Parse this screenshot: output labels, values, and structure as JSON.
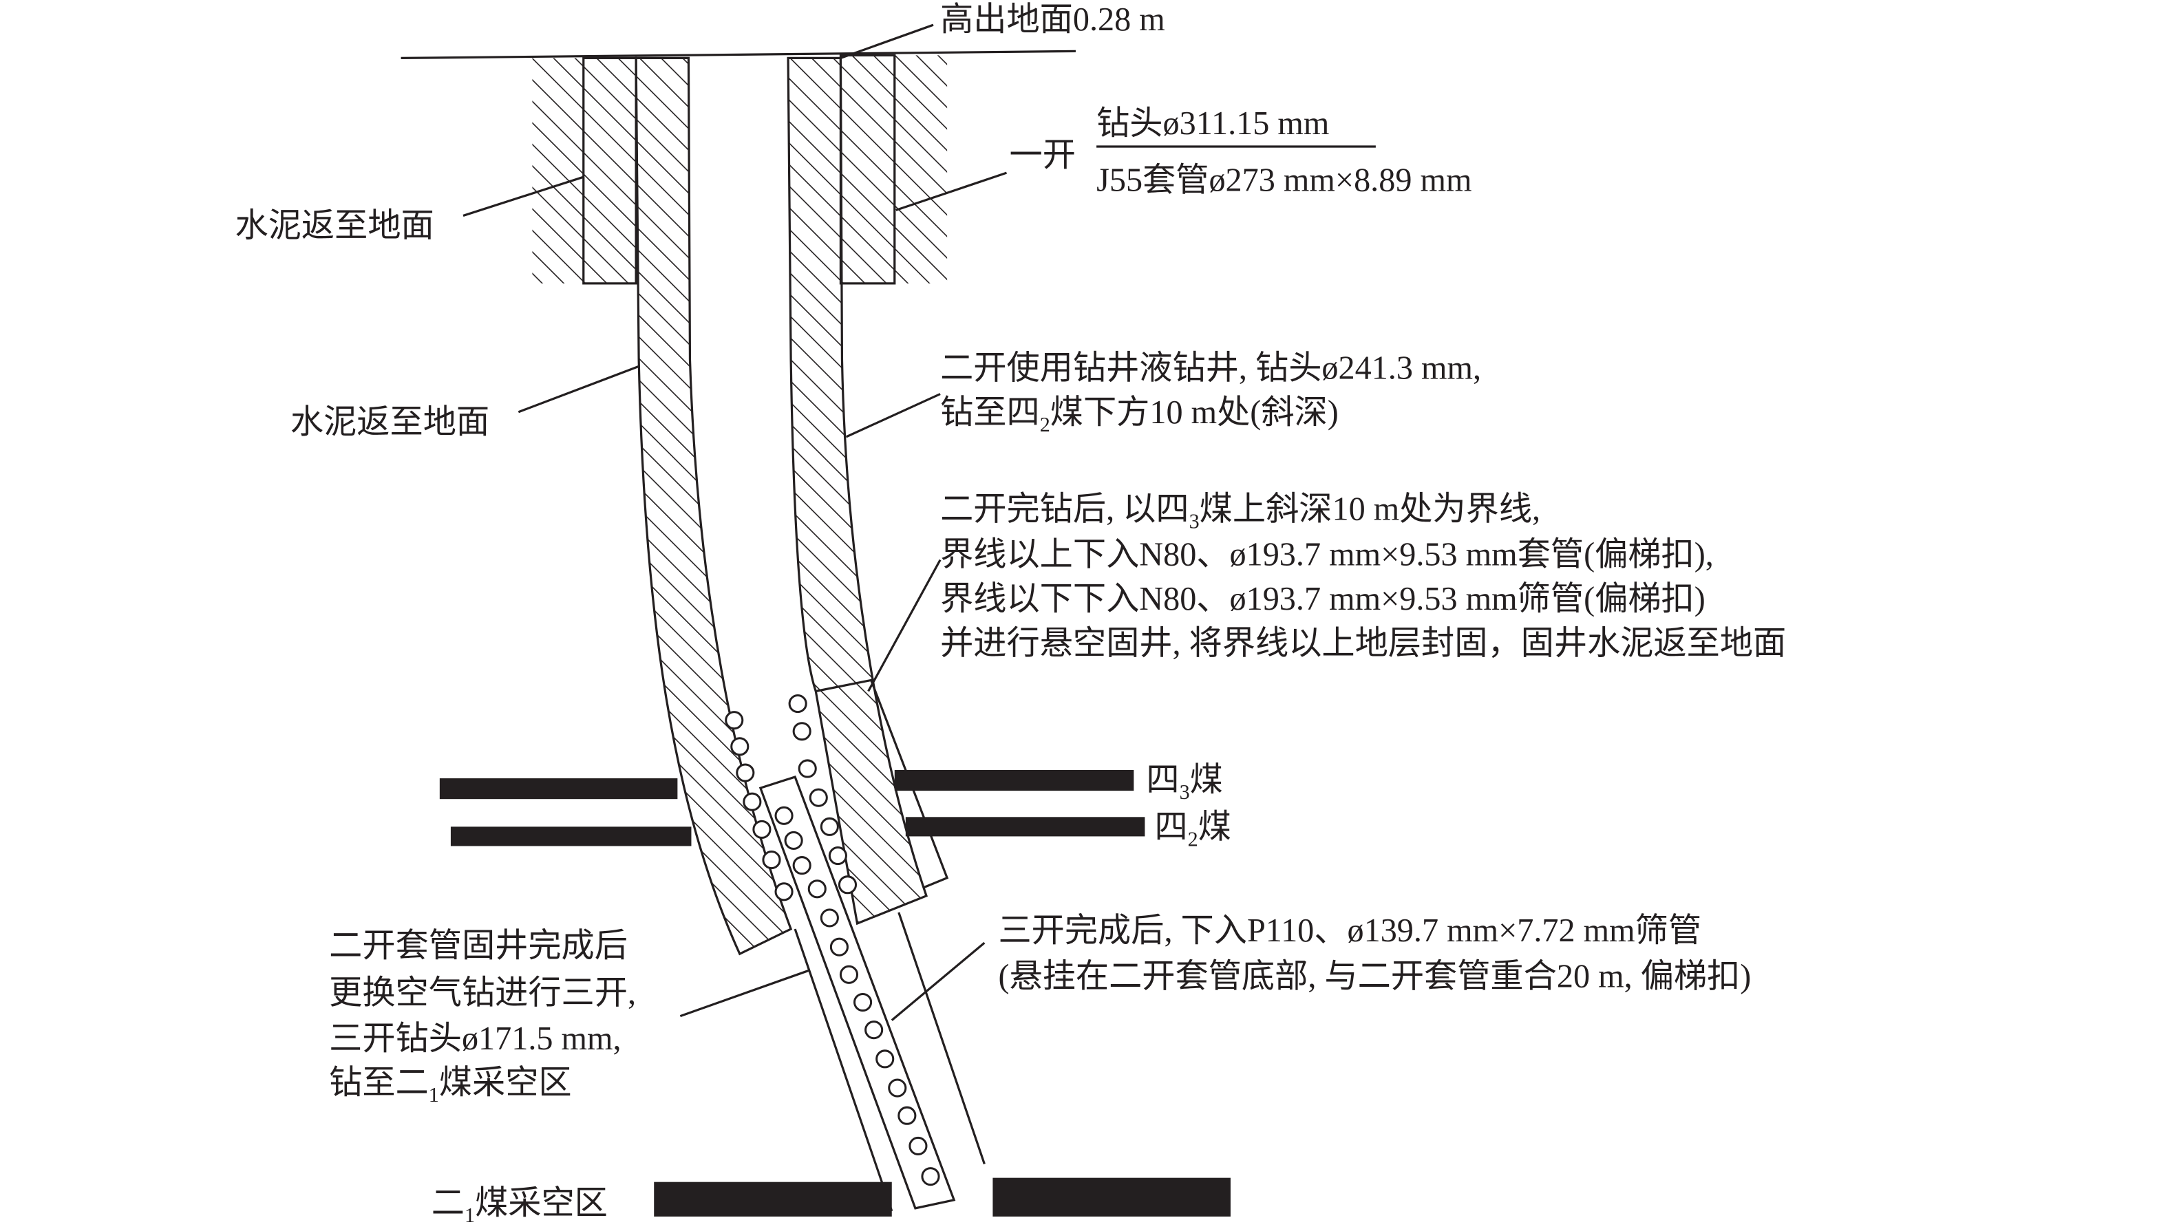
{
  "top": {
    "height_label": "高出地面0.28 m"
  },
  "first_spud": {
    "label": "一开",
    "bit": "钻头ø311.15 mm",
    "casing": "J55套管ø273 mm×8.89 mm"
  },
  "cement_labels": [
    "水泥返至地面",
    "水泥返至地面"
  ],
  "second_spud": {
    "line1": "二开使用钻井液钻井, 钻头ø241.3 mm,",
    "line2": {
      "pre": "钻至四",
      "sub": "2",
      "post": "煤下方10 m处(斜深)"
    }
  },
  "second_casing": {
    "line1": {
      "pre": "二开完钻后, 以四",
      "sub": "3",
      "post": "煤上斜深10 m处为界线,"
    },
    "line2": "界线以上下入N80、ø193.7 mm×9.53 mm套管(偏梯扣),",
    "line3": "界线以下下入N80、ø193.7 mm×9.53 mm筛管(偏梯扣)",
    "line4": "并进行悬空固井, 将界线以上地层封固，固井水泥返至地面"
  },
  "third_spud": {
    "line1": "二开套管固井完成后",
    "line2": "更换空气钻进行三开,",
    "line3": "三开钻头ø171.5 mm,",
    "line4": {
      "pre": "钻至二",
      "sub": "1",
      "post": "煤采空区"
    }
  },
  "third_casing": {
    "line1": "三开完成后, 下入P110、ø139.7 mm×7.72 mm筛管",
    "line2": "(悬挂在二开套管底部, 与二开套管重合20 m, 偏梯扣)"
  },
  "coal_seams": [
    {
      "pre": "四",
      "sub": "3",
      "post": "煤"
    },
    {
      "pre": "四",
      "sub": "2",
      "post": "煤"
    },
    {
      "pre": "二",
      "sub": "1",
      "post": "煤采空区"
    }
  ],
  "colors": {
    "ink": "#231f20",
    "background": "#ffffff"
  }
}
